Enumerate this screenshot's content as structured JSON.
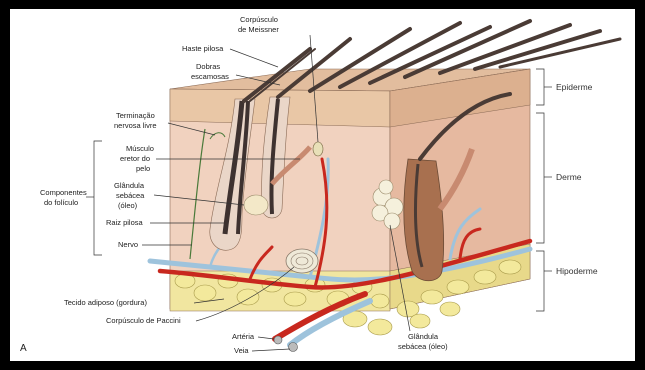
{
  "figure_letter": "A",
  "labels": {
    "meissner": [
      "Corpúsculo",
      "de Meissner"
    ],
    "hair_shaft": "Haste pilosa",
    "scales": [
      "Dobras",
      "escamosas"
    ],
    "free_nerve": [
      "Terminação",
      "nervosa livre"
    ],
    "follicle_components": [
      "Componentes",
      "do folículo"
    ],
    "arrector": [
      "Músculo",
      "eretor do",
      "pelo"
    ],
    "sebaceous_left": [
      "Glândula",
      "sebácea",
      "(óleo)"
    ],
    "hair_root": "Raiz pilosa",
    "nerve": "Nervo",
    "adipose": "Tecido adiposo (gordura)",
    "pacini": "Corpúsculo de Paccini",
    "artery": "Artéria",
    "vein": "Veia",
    "sebaceous_bottom": [
      "Glândula",
      "sebácea (óleo)"
    ]
  },
  "layers": {
    "epidermis": "Epiderme",
    "dermis": "Derme",
    "hypodermis": "Hipoderme"
  },
  "colors": {
    "epidermis": "#e9c7a6",
    "dermis": "#f1d2bf",
    "dermis_side": "#e6b9a0",
    "fat": "#f1e6a0",
    "artery": "#c8281e",
    "vein": "#9ec3dc",
    "hair": "#4a3b35"
  }
}
